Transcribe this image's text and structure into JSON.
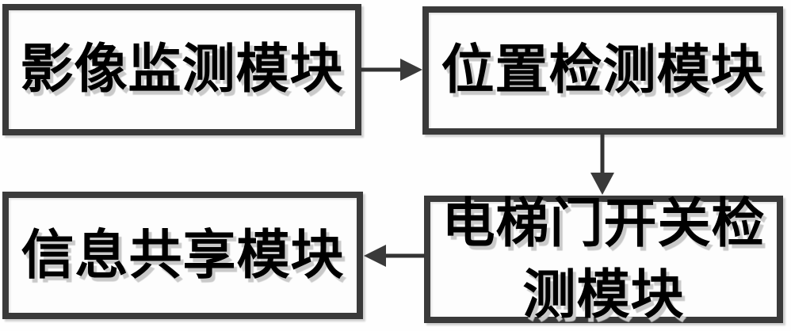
{
  "diagram": {
    "type": "flowchart",
    "background_color": "#ffffff",
    "border_color": "#3a3a3a",
    "text_color": "#000000",
    "text_shadow_color": "#c9c9c9",
    "arrow_color": "#333333",
    "nodes": [
      {
        "id": "image-monitoring-module",
        "label": "影像监测模块"
      },
      {
        "id": "position-detection-module",
        "label": "位置检测模块"
      },
      {
        "id": "elevator-door-switch-detection-module",
        "label": "电梯门开关检测模块"
      },
      {
        "id": "information-sharing-module",
        "label": "信息共享模块"
      }
    ],
    "edges": [
      {
        "from": "image-monitoring-module",
        "to": "position-detection-module",
        "direction": "right"
      },
      {
        "from": "position-detection-module",
        "to": "elevator-door-switch-detection-module",
        "direction": "down"
      },
      {
        "from": "elevator-door-switch-detection-module",
        "to": "information-sharing-module",
        "direction": "left"
      }
    ]
  }
}
